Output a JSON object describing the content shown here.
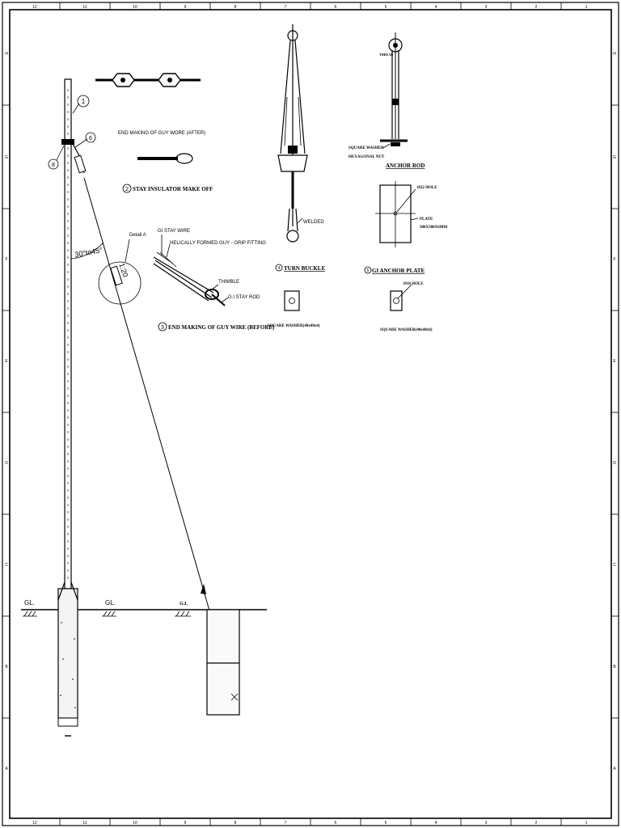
{
  "border": {
    "top_zones": [
      "12",
      "11",
      "10",
      "9",
      "8",
      "7",
      "6",
      "5",
      "4",
      "3",
      "2",
      "1"
    ],
    "bottom_zones": [
      "12",
      "11",
      "10",
      "9",
      "8",
      "7",
      "6",
      "5",
      "4",
      "3",
      "2",
      "1"
    ],
    "left_rows": [
      "H",
      "G",
      "F",
      "E",
      "D",
      "C",
      "B",
      "A"
    ],
    "right_rows": [
      "H",
      "G",
      "F",
      "E",
      "D",
      "C",
      "B",
      "A"
    ]
  },
  "pole": {
    "callout_1": "1",
    "callout_6": "6",
    "callout_8": "8",
    "angle_label": "30°to45°",
    "detail_label": "Detail A",
    "detail_dim": "1:20"
  },
  "ground": {
    "gl_left": "GL.",
    "gl_mid": "GL.",
    "gl_right": "G.L"
  },
  "stay_insulator": {
    "note": "END MAKING OF GUY WORE (AFTER)",
    "title_num": "2",
    "title": "STAY INSULATOR MAKE OFF"
  },
  "guy_before": {
    "label_stay_wire": "GI STAY WIRE",
    "label_grip": "HELICALLY FORMED GUY - GRIP FITTING",
    "label_thimble": "THIMBLE",
    "label_rod": "G.I STAY ROD",
    "title_num": "3",
    "title": "END MAKING OF GUY WIRE (BEFORE)"
  },
  "turn_buckle": {
    "label_welded": "WELDED",
    "title_num": "4",
    "title": "TURN BUCKLE",
    "washer_caption": "SQUARE WASHER(40x40x4)"
  },
  "anchor_rod": {
    "label_top": "THREAD",
    "label_washer": "SQUARE WASHER",
    "label_nut": "HEXAGONAL NUT",
    "title": "ANCHOR ROD"
  },
  "anchor_plate": {
    "label_hole": "Ø22 HOLE",
    "label_plate": "PLATE",
    "label_plate_size": "300X300X6MM",
    "title_num": "5",
    "title": "GI ANCHOR PLATE",
    "hole_small": "Ø18 HOLE",
    "washer_caption": "SQUARE WASHER(40x40x6)"
  }
}
